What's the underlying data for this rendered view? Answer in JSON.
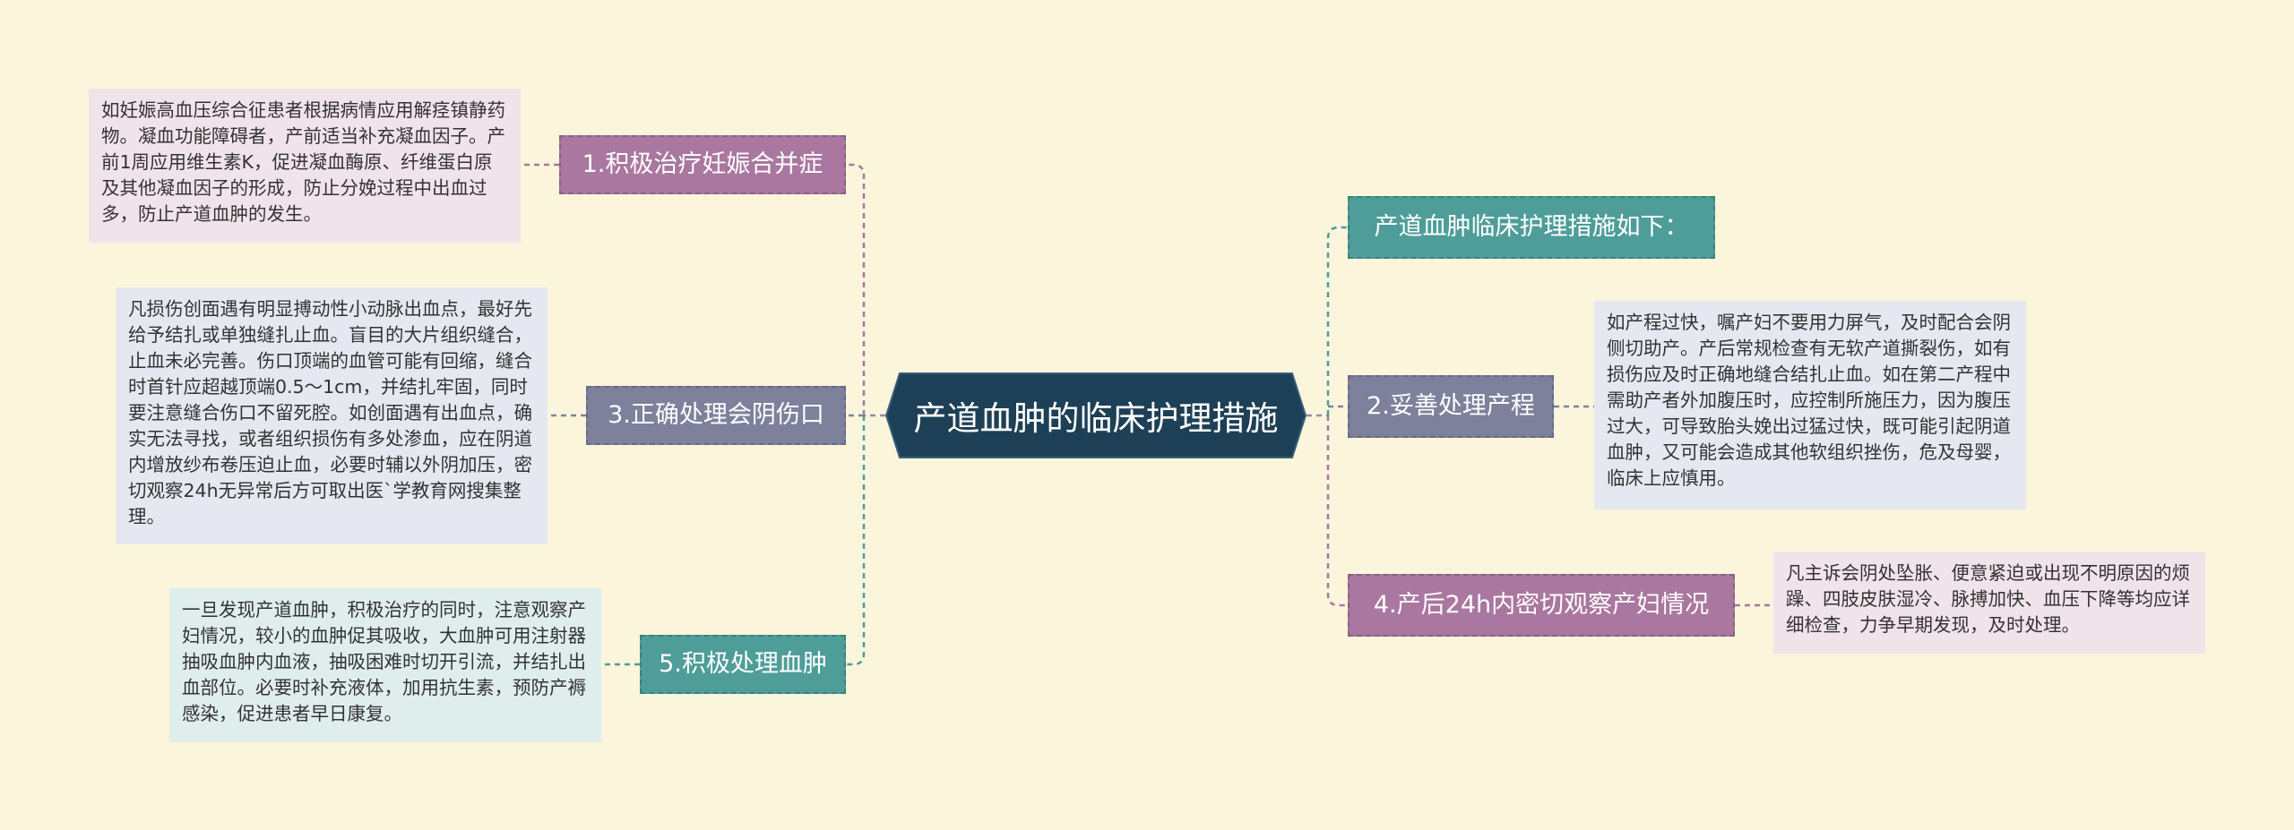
{
  "title": "产道血肿的临床护理措施",
  "colors": {
    "background": "#fbf5dc",
    "root": "#1e4056",
    "purple": "#a9779f",
    "slate": "#7e819b",
    "teal": "#4e9d99"
  },
  "topics": {
    "t1": "1.积极治疗妊娠合并症",
    "t3": "3.正确处理会阴伤口",
    "t5": "5.积极处理血肿",
    "intro": "产道血肿临床护理措施如下：",
    "t2": "2.妥善处理产程",
    "t4": "4.产后24h内密切观察产妇情况"
  },
  "notes": {
    "n1": "如妊娠高血压综合征患者根据病情应用解痉镇静药物。凝血功能障碍者，产前适当补充凝血因子。产前1周应用维生素K，促进凝血酶原、纤维蛋白原及其他凝血因子的形成，防止分娩过程中出血过多，防止产道血肿的发生。",
    "n3": "凡损伤创面遇有明显搏动性小动脉出血点，最好先给予结扎或单独缝扎止血。盲目的大片组织缝合，止血未必完善。伤口顶端的血管可能有回缩，缝合时首针应超越顶端0.5～1cm，并结扎牢固，同时要注意缝合伤口不留死腔。如创面遇有出血点，确实无法寻找，或者组织损伤有多处渗血，应在阴道内增放纱布卷压迫止血，必要时辅以外阴加压，密切观察24h无异常后方可取出医`学教育网搜集整理。",
    "n5": "一旦发现产道血肿，积极治疗的同时，注意观察产妇情况，较小的血肿促其吸收，大血肿可用注射器抽吸血肿内血液，抽吸困难时切开引流，并结扎出血部位。必要时补充液体，加用抗生素，预防产褥感染，促进患者早日康复。",
    "n2": "如产程过快，嘱产妇不要用力屏气，及时配合会阴侧切助产。产后常规检查有无软产道撕裂伤，如有损伤应及时正确地缝合结扎止血。如在第二产程中需助产者外加腹压时，应控制所施压力，因为腹压过大，可导致胎头娩出过猛过快，既可能引起阴道血肿，又可能会造成其他软组织挫伤，危及母婴，临床上应慎用。",
    "n4": "凡主诉会阴处坠胀、便意紧迫或出现不明原因的烦躁、四肢皮肤湿冷、脉搏加快、血压下降等均应详细检查，力争早期发现，及时处理。"
  }
}
